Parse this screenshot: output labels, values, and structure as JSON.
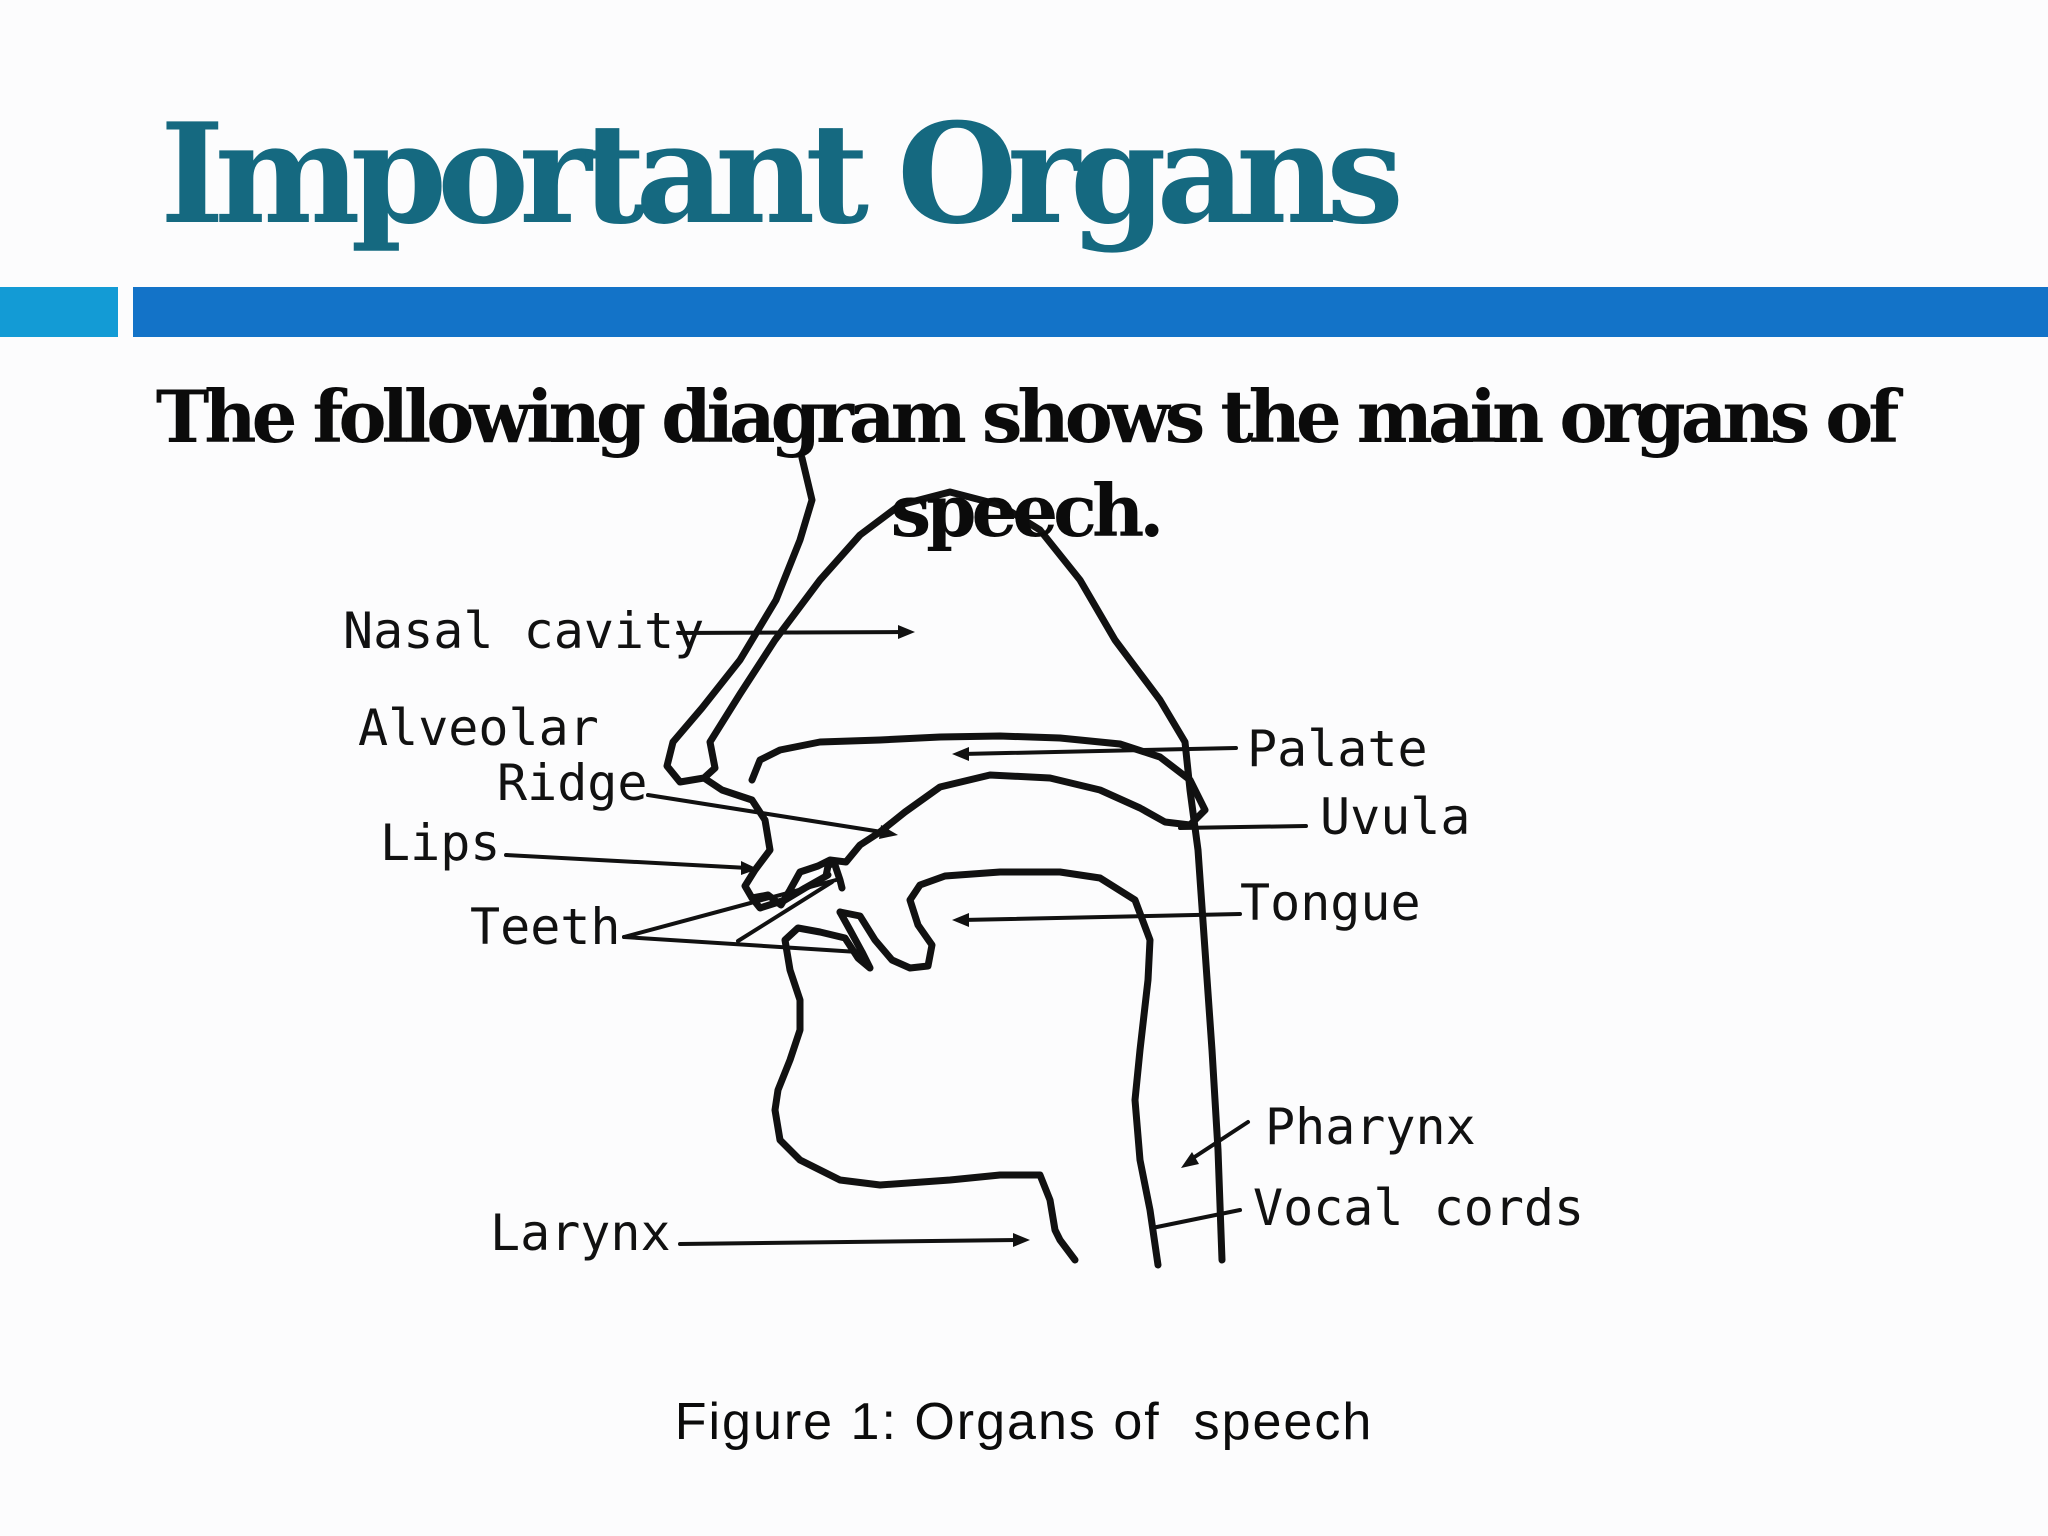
{
  "slide": {
    "title": "Important Organs",
    "subtitle": "The following diagram shows the main organs of speech.",
    "caption": "Figure 1: Organs of  speech"
  },
  "diagram": {
    "labels": {
      "nasal_cavity": "Nasal cavity",
      "alveolar": "Alveolar",
      "ridge": "Ridge",
      "lips": "Lips",
      "teeth": "Teeth",
      "larynx": "Larynx",
      "palate": "Palate",
      "uvula": "Uvula",
      "tongue": "Tongue",
      "pharynx": "Pharynx",
      "vocal_cords": "Vocal cords"
    }
  },
  "colors": {
    "title": "#156980",
    "accent_bar_small": "#139bd5",
    "accent_bar_large": "#1373c8",
    "text": "#0b0b0b",
    "background": "#fcfcfd"
  }
}
